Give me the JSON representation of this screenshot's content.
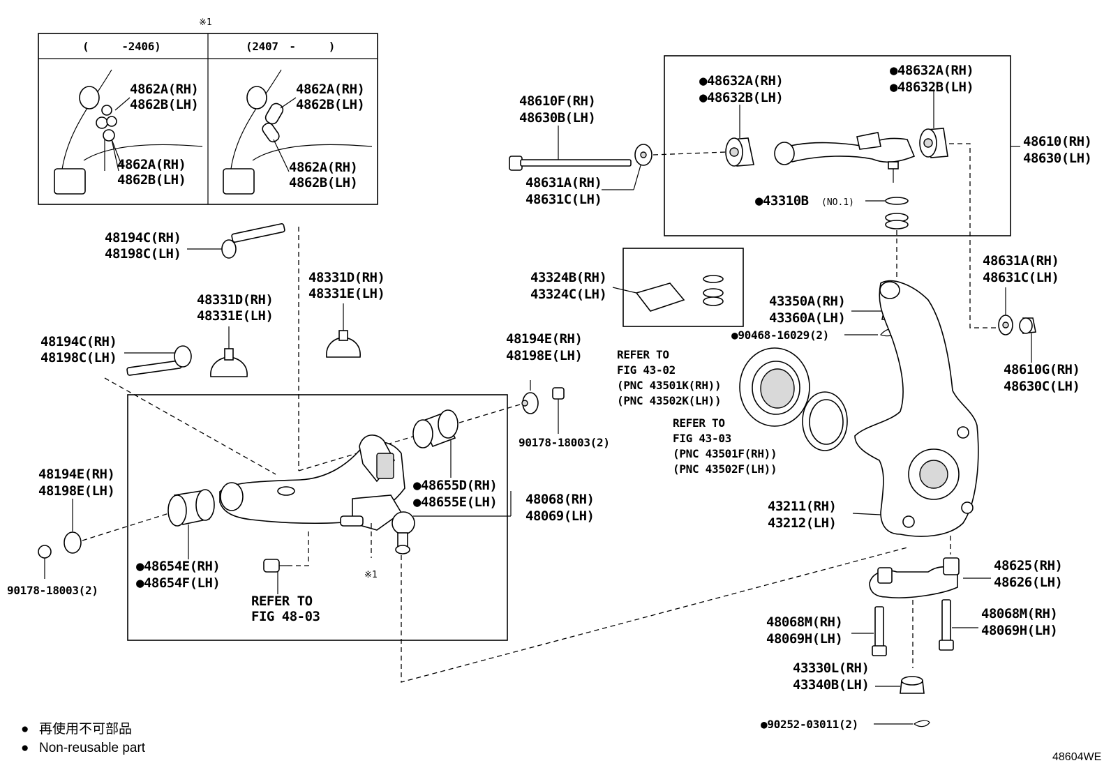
{
  "diagram_code": "48604WE",
  "legend": {
    "mark": "●",
    "line_ja": "再使用不可部品",
    "line_en": "Non-reusable part"
  },
  "inset": {
    "note_mark": "※1",
    "col1_header": "(　　　-2406)",
    "col2_header": "(2407　-　　　)",
    "col1_labels": [
      "4862A(RH)",
      "4862B(LH)",
      "4862A(RH)",
      "4862B(LH)"
    ],
    "col2_labels": [
      "4862A(RH)",
      "4862B(LH)",
      "4862A(RH)",
      "4862B(LH)"
    ]
  },
  "labels": {
    "l48194c_rh_top": "48194C(RH)",
    "l48198c_lh_top": "48198C(LH)",
    "l48331d_rh_a": "48331D(RH)",
    "l48331e_lh_a": "48331E(LH)",
    "l48331d_rh_b": "48331D(RH)",
    "l48331e_lh_b": "48331E(LH)",
    "l48194c_rh_mid": "48194C(RH)",
    "l48198c_lh_mid": "48198C(LH)",
    "l48194e_rh_top": "48194E(RH)",
    "l48198e_lh_top": "48198E(LH)",
    "l90178_top": "90178-18003(2)",
    "l48655d_rh": "●48655D(RH)",
    "l48655e_lh": "●48655E(LH)",
    "l48068_rh": "48068(RH)",
    "l48069_lh": "48069(LH)",
    "l48194e_rh_left": "48194E(RH)",
    "l48198e_lh_left": "48198E(LH)",
    "l90178_left": "90178-18003(2)",
    "l48654e_rh": "●48654E(RH)",
    "l48654f_lh": "●48654F(LH)",
    "refer_48_03_a": "REFER TO",
    "refer_48_03_b": "FIG 48-03",
    "note_mark_small": "※1",
    "l48610f_rh": "48610F(RH)",
    "l48630b_lh": "48630B(LH)",
    "l48631a_rh_a": "48631A(RH)",
    "l48631c_lh_a": "48631C(LH)",
    "l48632a_rh_a": "●48632A(RH)",
    "l48632b_lh_a": "●48632B(LH)",
    "l48632a_rh_b": "●48632A(RH)",
    "l48632b_lh_b": "●48632B(LH)",
    "l48610_rh": "48610(RH)",
    "l48630_lh": "48630(LH)",
    "l43310b": "●43310B",
    "l43310b_no": "(NO.1)",
    "l43324b_rh": "43324B(RH)",
    "l43324c_lh": "43324C(LH)",
    "l43350a_rh": "43350A(RH)",
    "l43360a_lh": "43360A(LH)",
    "l90468": "●90468-16029(2)",
    "l48631a_rh_b": "48631A(RH)",
    "l48631c_lh_b": "48631C(LH)",
    "refer_43_02_a": "REFER TO",
    "refer_43_02_b": "FIG 43-02",
    "refer_43_02_c": "(PNC 43501K(RH))",
    "refer_43_02_d": "(PNC 43502K(LH))",
    "refer_43_03_a": "REFER TO",
    "refer_43_03_b": "FIG 43-03",
    "refer_43_03_c": "(PNC 43501F(RH))",
    "refer_43_03_d": "(PNC 43502F(LH))",
    "l48610g_rh": "48610G(RH)",
    "l48630c_lh": "48630C(LH)",
    "l43211_rh": "43211(RH)",
    "l43212_lh": "43212(LH)",
    "l48625_rh": "48625(RH)",
    "l48626_lh": "48626(LH)",
    "l48068m_rh_a": "48068M(RH)",
    "l48069h_lh_a": "48069H(LH)",
    "l48068m_rh_b": "48068M(RH)",
    "l48069h_lh_b": "48069H(LH)",
    "l43330l_rh": "43330L(RH)",
    "l43340b_lh": "43340B(LH)",
    "l90252": "●90252-03011(2)"
  }
}
